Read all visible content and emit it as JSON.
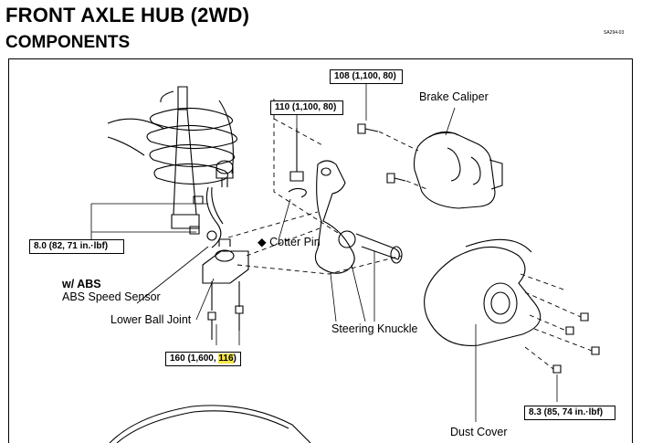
{
  "header": {
    "title": "FRONT AXLE HUB (2WD)",
    "subtitle": "COMPONENTS",
    "ref_code": "SA294-03"
  },
  "torque_specs": {
    "caliper_bolt": "108 (1,100, 80)",
    "knuckle_nut": "110 (1,100, 80)",
    "sensor_bolt": "8.0 (82, 71 in.·lbf)",
    "ball_joint_bolt_prefix": "160 (1,600, ",
    "ball_joint_bolt_highlight": "116",
    "ball_joint_bolt_suffix": ")",
    "dust_cover_bolt": "8.3 (85, 74 in.·lbf)"
  },
  "labels": {
    "brake_caliper": "Brake Caliper",
    "cotter_pin": "◆ Cotter Pin",
    "abs_note": "w/  ABS",
    "abs_sensor": "ABS Speed Sensor",
    "lower_ball_joint": "Lower Ball Joint",
    "steering_knuckle": "Steering Knuckle",
    "dust_cover": "Dust Cover"
  },
  "colors": {
    "highlight": "#f5e64a",
    "line": "#000000"
  }
}
